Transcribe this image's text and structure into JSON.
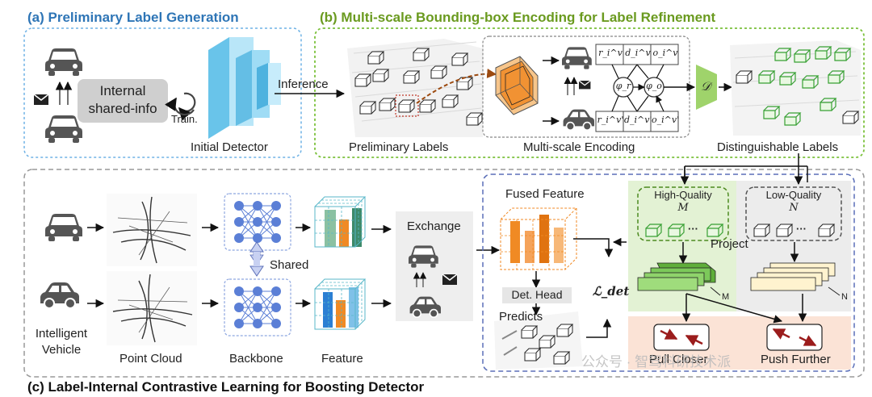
{
  "sections": {
    "a_title": "(a) Preliminary Label Generation",
    "b_title": "(b) Multi-scale Bounding-box Encoding for Label Refinement",
    "c_title": "(c) Label-Internal Contrastive Learning for Boosting Detector"
  },
  "panel_a": {
    "shared_info_line1": "Internal",
    "shared_info_line2": "shared-info",
    "train": "Train.",
    "initial_detector": "Initial Detector"
  },
  "panel_b": {
    "inference": "Inference",
    "preliminary_labels": "Preliminary Labels",
    "multi_scale_encoding": "Multi-scale Encoding",
    "distinguishable_labels": "Distinguishable Labels",
    "decoder_symbol": "𝒟",
    "phi_r": "φ_r",
    "phi_o": "φ_o",
    "row_top": [
      "r_i^v",
      "d_i^v",
      "o_i^v"
    ],
    "row_bottom": [
      "r_i^v'",
      "d_i^v'",
      "o_i^v'"
    ]
  },
  "panel_c": {
    "intelligent_vehicle_line1": "Intelligent",
    "intelligent_vehicle_line2": "Vehicle",
    "point_cloud": "Point Cloud",
    "backbone": "Backbone",
    "shared": "Shared",
    "feature": "Feature",
    "exchange": "Exchange",
    "fused_feature": "Fused Feature",
    "det_head": "Det. Head",
    "predicts": "Predicts",
    "loss": "ℒ_det",
    "high_quality": "High-Quality",
    "high_quality_var": "M",
    "low_quality": "Low-Quality",
    "low_quality_var": "N",
    "ellipsis": "···",
    "project": "Project",
    "stack_m": "M",
    "stack_n": "N",
    "pull_closer": "Pull Closer",
    "push_further": "Push Further"
  },
  "watermark": "公众号 · 智驾科研技术派",
  "colors": {
    "blue_title": "#2e75b6",
    "green_title": "#6a9a1f",
    "black_title": "#111111",
    "detector_blue": "#8fd3f0",
    "hq_panel": "#e3f2d4",
    "lq_panel": "#ececec",
    "contrast_panel": "#fbe3d6",
    "orange": "#f08a24",
    "arrow_red": "#9b1c1c"
  }
}
